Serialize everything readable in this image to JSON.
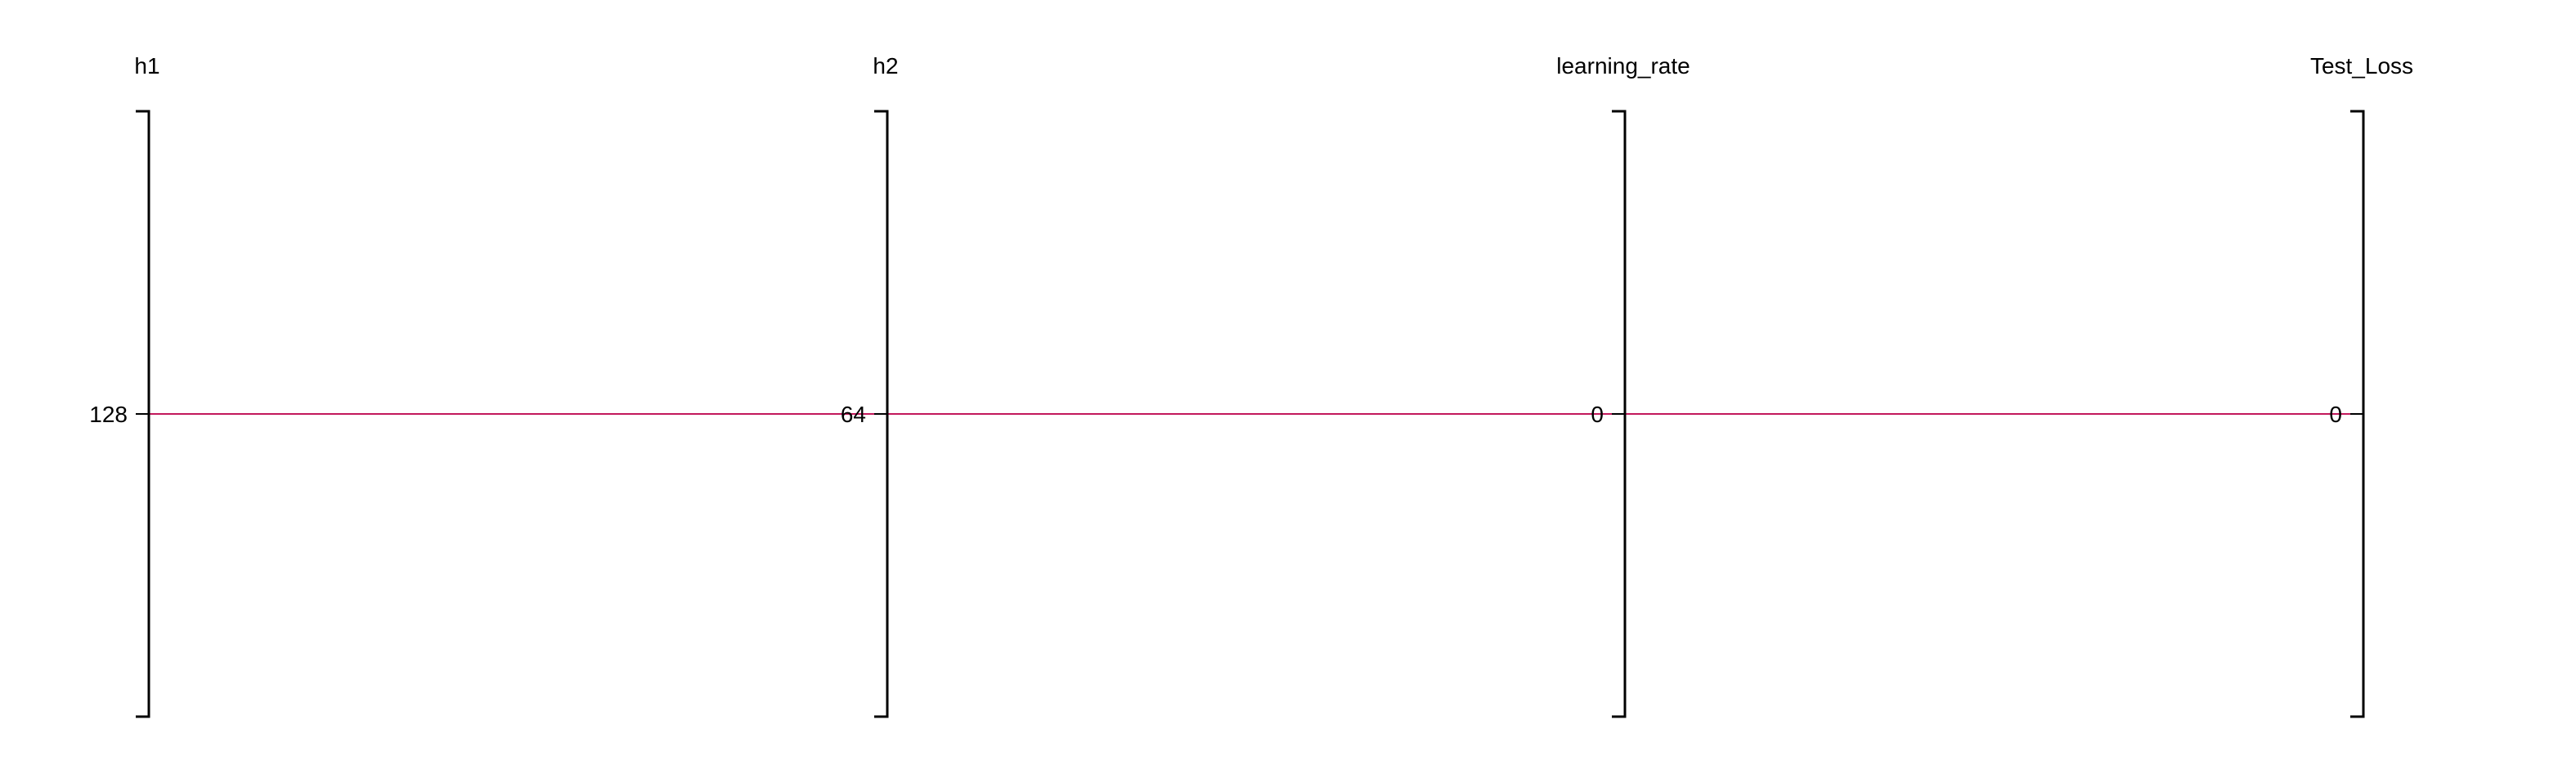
{
  "chart_data": {
    "type": "parallel_coordinates",
    "axes": [
      {
        "name": "h1",
        "tick_labels": [
          "128"
        ]
      },
      {
        "name": "h2",
        "tick_labels": [
          "64"
        ]
      },
      {
        "name": "learning_rate",
        "tick_labels": [
          "0"
        ]
      },
      {
        "name": "Test_Loss",
        "tick_labels": [
          "0"
        ]
      }
    ],
    "series": [
      {
        "values": [
          128,
          64,
          0,
          0
        ]
      }
    ],
    "line_color": "#c2185b",
    "axis_color": "#000000",
    "grid": false,
    "legend": "none"
  }
}
